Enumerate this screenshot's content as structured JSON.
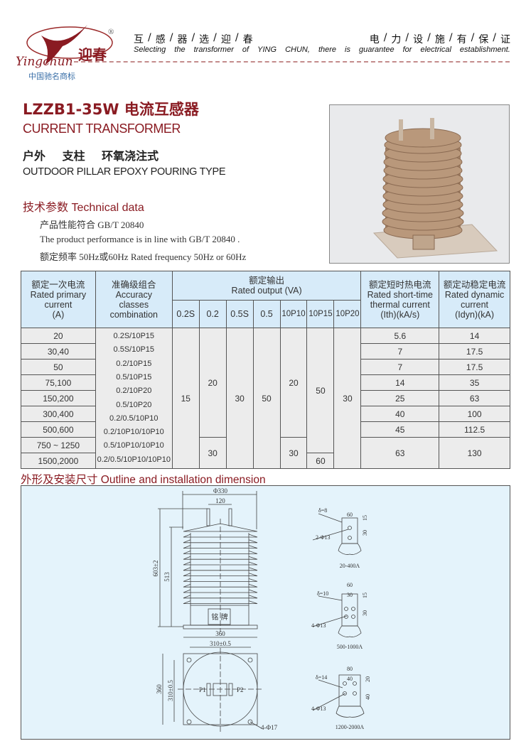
{
  "header": {
    "logo_cn": "迎春",
    "logo_en": "Yingchun",
    "registered": "®",
    "tagline_cn_left": [
      "互",
      "/",
      "感",
      "/",
      "器",
      "/",
      "选",
      "/",
      "迎",
      "/",
      "春"
    ],
    "tagline_cn_right": [
      "电",
      "/",
      "力",
      "/",
      "设",
      "/",
      "施",
      "/",
      "有",
      "/",
      "保",
      "/",
      "证"
    ],
    "tagline_en": [
      "Selecting",
      "the",
      "transformer",
      "of",
      "YING",
      "CHUN,",
      "there",
      "is",
      "guarantee",
      "for",
      "electrical",
      "establishment."
    ],
    "famous_brand": "中国驰名商标"
  },
  "product": {
    "title": "LZZB1-35W 电流互感器",
    "subtitle": "CURRENT TRANSFORMER",
    "type_cn": "户外 支柱 环氧浇注式",
    "type_en": "OUTDOOR  PILLAR EPOXY POURING TYPE"
  },
  "tech": {
    "heading": "技术参数  Technical data",
    "lines": [
      "产品性能符合 GB/T 20840",
      "The product performance is in line with GB/T 20840 .",
      "额定频率 50Hz或60Hz  Rated frequency 50Hz or 60Hz"
    ]
  },
  "table": {
    "h_primary": [
      "额定一次电流",
      "Rated primary",
      "current",
      "(A)"
    ],
    "h_accuracy": [
      "准确级组合",
      "Accuracy",
      "classes",
      "combination"
    ],
    "h_output": [
      "额定输出",
      "Rated output (VA)"
    ],
    "h_classes": [
      "0.2S",
      "0.2",
      "0.5S",
      "0.5",
      "10P10",
      "10P15",
      "10P20"
    ],
    "h_thermal": [
      "额定短时热电流",
      "Rated short-time",
      "thermal current",
      "(Ith)(kA/s)"
    ],
    "h_dynamic": [
      "额定动稳定电流",
      "Rated dynamic",
      "current",
      "(Idyn)(kA)"
    ],
    "primary": [
      "20",
      "30,40",
      "50",
      "75,100",
      "150,200",
      "300,400",
      "500,600",
      "750 ~ 1250",
      "1500,2000"
    ],
    "accuracy": [
      "0.2S/10P15",
      "0.5S/10P15",
      "0.2/10P15",
      "0.5/10P15",
      "0.2/10P20",
      "0.5/10P20",
      "0.2/0.5/10P10",
      "0.2/10P10/10P10",
      "0.5/10P10/10P10",
      "0.2/0.5/10P10/10P10"
    ],
    "out_02s": "15",
    "out_02_a": "20",
    "out_02_b": "30",
    "out_05s": "30",
    "out_05": "50",
    "out_10p10_a": "20",
    "out_10p10_b": "30",
    "out_10p15_a": "50",
    "out_10p15_b": "60",
    "out_10p20": "30",
    "thermal": [
      "5.6",
      "7",
      "7",
      "14",
      "25",
      "40",
      "45",
      "63"
    ],
    "dynamic": [
      "14",
      "17.5",
      "17.5",
      "35",
      "63",
      "100",
      "112.5",
      "130"
    ]
  },
  "outline": {
    "heading": "外形及安装尺寸 Outline and installation dimension",
    "main": {
      "phi330": "Φ330",
      "d120": "120",
      "h603": "603±2",
      "h513": "513",
      "nameplate": "铭 牌",
      "w360": "360",
      "w310": "310±0.5",
      "h360": "360",
      "h310": "310±0.5",
      "p1": "P1",
      "p2": "P2",
      "holes": "4-Φ17"
    },
    "details": [
      {
        "delta": "δ=8",
        "w": "60",
        "top": "15",
        "pitch": "30",
        "holes": "2-Φ13",
        "range": "20-400A"
      },
      {
        "delta": "δ=10",
        "w": "60",
        "inner": "30",
        "top": "15",
        "pitch": "30",
        "holes": "4-Φ13",
        "range": "500-1000A"
      },
      {
        "delta": "δ=14",
        "w": "80",
        "inner": "40",
        "top": "20",
        "pitch": "40",
        "holes": "4-Φ13",
        "range": "1200-2000A"
      }
    ]
  },
  "colors": {
    "brand_red": "#8a1b22",
    "header_blue": "#d7ebf9",
    "diagram_bg": "#e4f3fb"
  }
}
